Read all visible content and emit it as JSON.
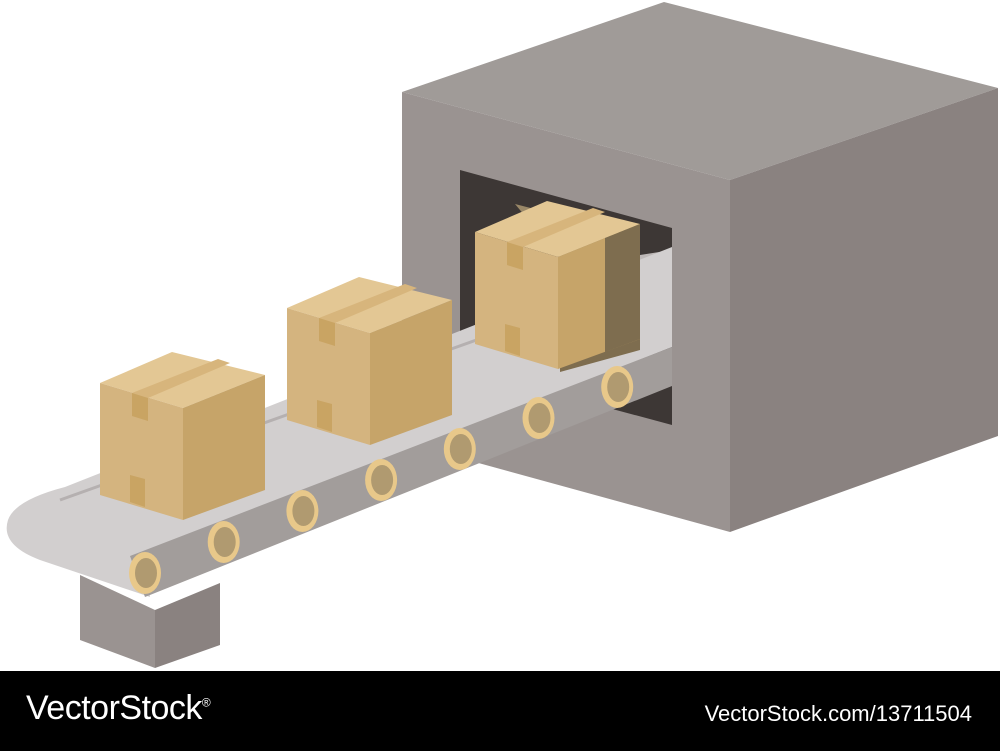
{
  "watermark": {
    "brand": "VectorStock",
    "reg_mark": "®",
    "url": "VectorStock.com/13711504"
  },
  "colors": {
    "machine_top": "#a09b98",
    "machine_front": "#9a9391",
    "machine_side": "#8a8280",
    "opening": "#3d3735",
    "belt_top": "#d2cfcf",
    "belt_side": "#a29d9b",
    "roller_ring": "#e8c88a",
    "roller_core": "#b09a70",
    "box_top": "#e3c794",
    "box_front": "#d4b47f",
    "box_side": "#c6a469",
    "tape": "#c9a463"
  },
  "scene": {
    "boxes_count": 3,
    "rollers_count": 7
  }
}
